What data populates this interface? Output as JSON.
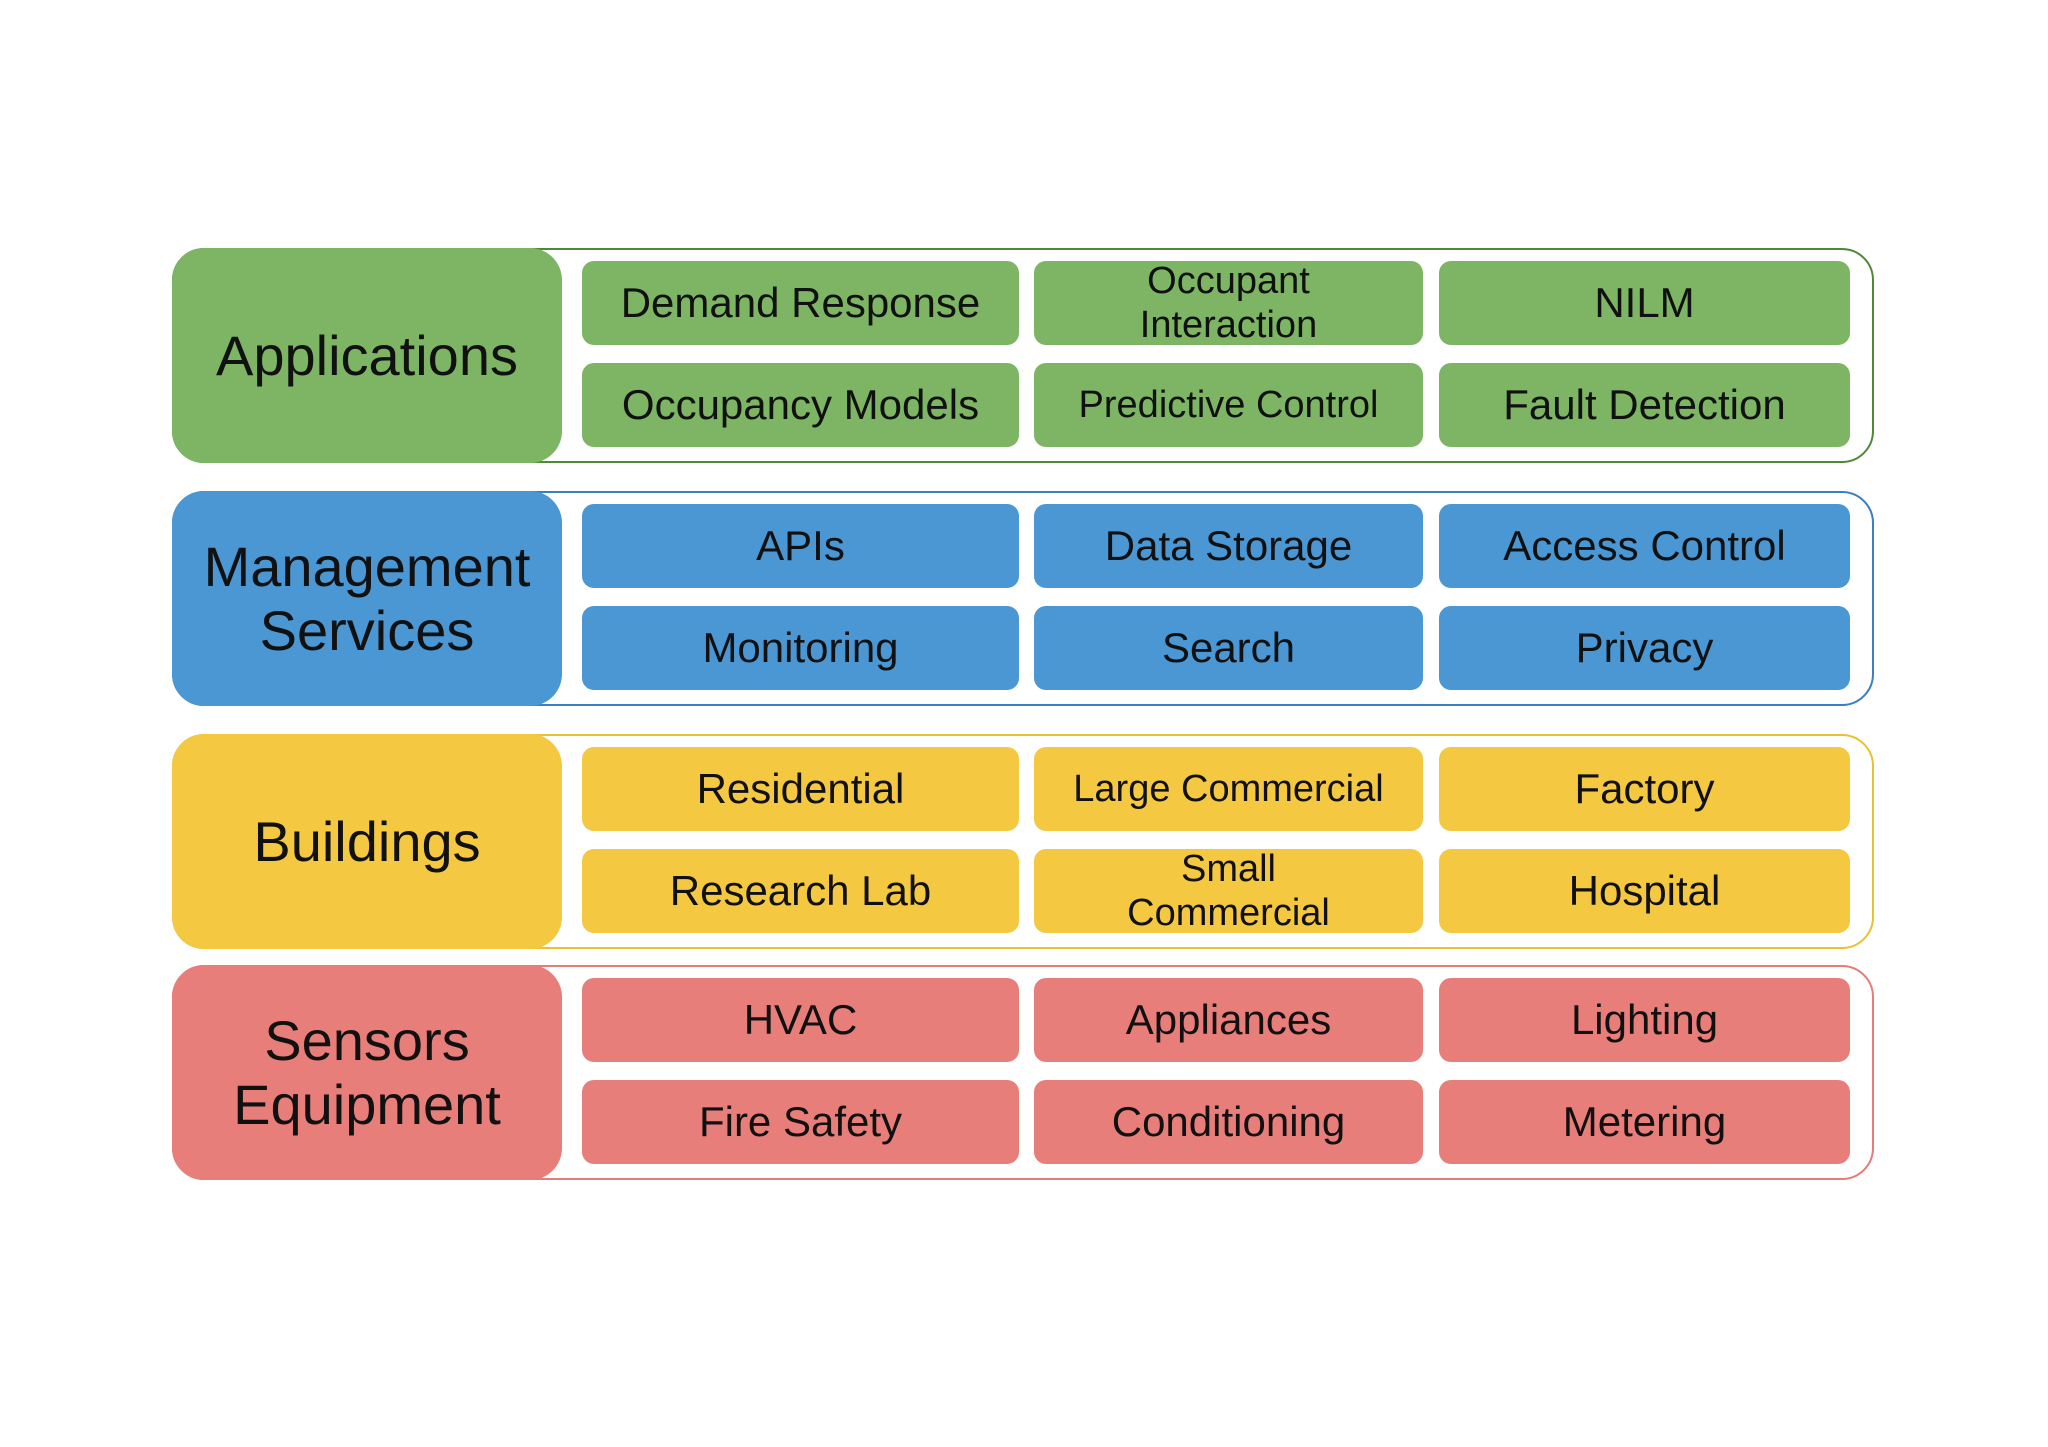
{
  "layers": [
    {
      "label": "Applications",
      "color": "#7db564",
      "frame_color": "#4e8a35",
      "cells": [
        "Demand Response",
        "Occupant\nInteraction",
        "NILM",
        "Occupancy Models",
        "Predictive Control",
        "Fault Detection"
      ]
    },
    {
      "label": "Management\nServices",
      "color": "#4a97d3",
      "frame_color": "#3a7fc0",
      "cells": [
        "APIs",
        "Data Storage",
        "Access Control",
        "Monitoring",
        "Search",
        "Privacy"
      ]
    },
    {
      "label": "Buildings",
      "color": "#f5c842",
      "frame_color": "#e8c232",
      "cells": [
        "Residential",
        "Large Commercial",
        "Factory",
        "Research Lab",
        "Small\nCommercial",
        "Hospital"
      ]
    },
    {
      "label": "Sensors\nEquipment",
      "color": "#e87e7a",
      "frame_color": "#e57c78",
      "cells": [
        "HVAC",
        "Appliances",
        "Lighting",
        "Fire Safety",
        "Conditioning",
        "Metering"
      ]
    }
  ]
}
